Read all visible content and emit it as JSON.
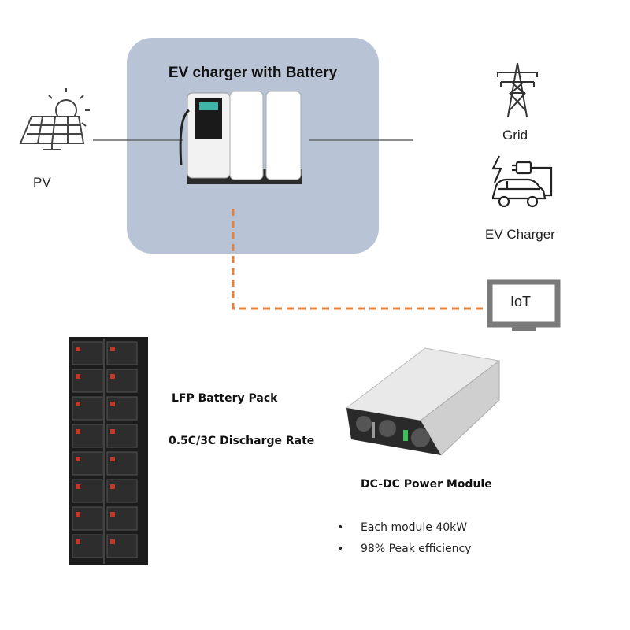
{
  "hub": {
    "title": "EV charger with Battery"
  },
  "nodes": {
    "pv": "PV",
    "grid": "Grid",
    "ev_charger": "EV Charger",
    "iot": "IoT"
  },
  "battery": {
    "name": "LFP Battery Pack",
    "rate": "0.5C/3C Discharge Rate"
  },
  "module": {
    "name": "DC-DC Power Module",
    "bullets": [
      "Each module 40kW",
      "98% Peak efficiency"
    ]
  },
  "colors": {
    "hub_bg": "#b8c4d6",
    "dashed_link": "#e8823a",
    "icon_stroke": "#333333"
  },
  "icons": [
    "solar-panel-icon",
    "sun-icon",
    "transmission-tower-icon",
    "ev-car-plug-icon",
    "monitor-icon"
  ]
}
